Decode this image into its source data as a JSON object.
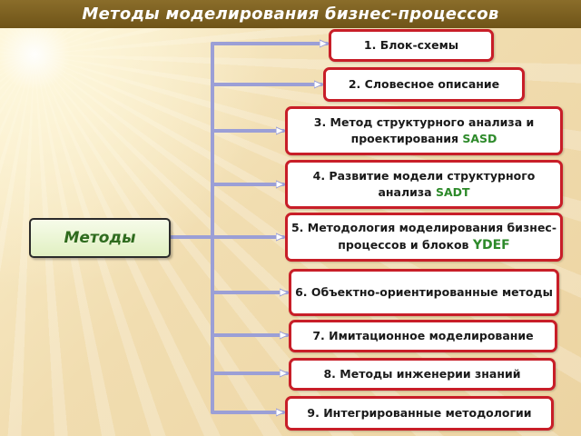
{
  "title": "Методы моделирования бизнес-процессов",
  "root": {
    "label": "Методы"
  },
  "methods": [
    {
      "label": "1. Блок-схемы",
      "acronym": ""
    },
    {
      "label": "2. Словесное описание",
      "acronym": ""
    },
    {
      "label": "3. Метод структурного анализа и проектирования",
      "acronym": "SASD"
    },
    {
      "label": "4. Развитие модели структурного анализа",
      "acronym": "SADT"
    },
    {
      "label": "5. Методология моделирования бизнес-процессов и блоков",
      "acronym": "YDEF"
    },
    {
      "label": "6. Объектно-ориентированные методы",
      "acronym": ""
    },
    {
      "label": "7. Имитационное моделирование",
      "acronym": ""
    },
    {
      "label": "8. Методы инженерии знаний",
      "acronym": ""
    },
    {
      "label": "9. Интегрированные методологии",
      "acronym": ""
    }
  ],
  "colors": {
    "title_bar": "#7a5f22",
    "box_border": "#c81e28",
    "connector": "#9b9fd6",
    "acronym": "#2d8a2a",
    "root_text": "#2f6b1e"
  }
}
